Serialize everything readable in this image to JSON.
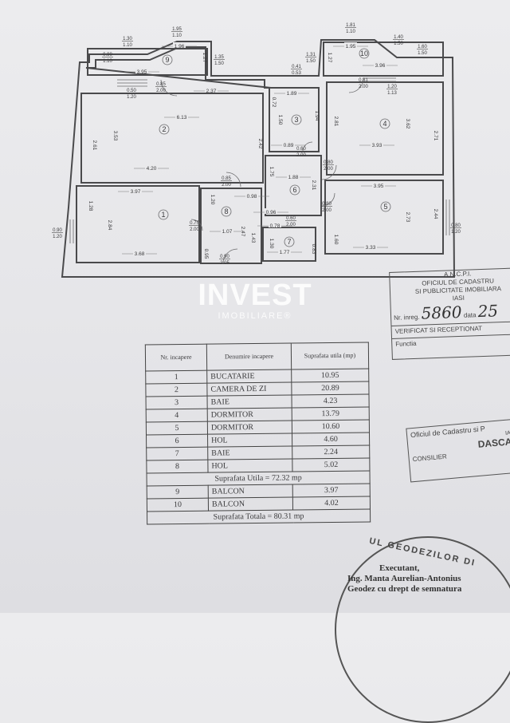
{
  "floor_plan": {
    "rooms": [
      "1",
      "2",
      "3",
      "4",
      "5",
      "6",
      "7",
      "8",
      "9",
      "10"
    ],
    "openings": [
      [
        "1.95",
        "1.10"
      ],
      [
        "1.30",
        "1.10"
      ],
      [
        "0.90",
        "1.10"
      ],
      [
        "1.35",
        "1.50"
      ],
      [
        "0.85",
        "2.00"
      ],
      [
        "0.50",
        "1.20"
      ],
      [
        "0.85",
        "2.00"
      ],
      [
        "0.75",
        "2.00"
      ],
      [
        "0.90",
        "2.05"
      ],
      [
        "0.90",
        "1.20"
      ],
      [
        "0.41",
        "0.53"
      ],
      [
        "1.31",
        "1.50"
      ],
      [
        "1.81",
        "1.10"
      ],
      [
        "1.40",
        "1.50"
      ],
      [
        "1.60",
        "1.50"
      ],
      [
        "0.81",
        "2.00"
      ],
      [
        "1.20",
        "1.13"
      ],
      [
        "0.60",
        "2.00"
      ],
      [
        "0.80",
        "2.00"
      ],
      [
        "0.80",
        "2.00"
      ],
      [
        "0.60",
        "2.00"
      ],
      [
        "0.80",
        "1.20"
      ]
    ],
    "dimensions_horizontal": [
      "1.96",
      "3.95",
      "2.37",
      "6.13",
      "4.20",
      "3.97",
      "3.68",
      "1.07",
      "0.98",
      "0.96",
      "0.78",
      "1.77",
      "1.89",
      "0.89",
      "1.88",
      "3.96",
      "1.95",
      "3.93",
      "3.95",
      "3.33"
    ],
    "dimensions_vertical": [
      "2.61",
      "3.53",
      "2.42",
      "1.28",
      "2.84",
      "1.20",
      "2.47",
      "0.95",
      "1.43",
      "1.30",
      "0.72",
      "1.50",
      "1.94",
      "1.75",
      "2.31",
      "0.83",
      "2.81",
      "3.62",
      "2.71",
      "2.73",
      "2.44",
      "1.60",
      "1.27",
      "1.27"
    ]
  },
  "watermark": {
    "main": "INVEST",
    "sub": "IMOBILIARE®"
  },
  "table": {
    "headers": [
      "Nr. incapere",
      "Denumire incapere",
      "Suprafata utila (mp)"
    ],
    "rows": [
      {
        "nr": "1",
        "name": "BUCATARIE",
        "area": "10.95"
      },
      {
        "nr": "2",
        "name": "CAMERA DE ZI",
        "area": "20.89"
      },
      {
        "nr": "3",
        "name": "BAIE",
        "area": "4.23"
      },
      {
        "nr": "4",
        "name": "DORMITOR",
        "area": "13.79"
      },
      {
        "nr": "5",
        "name": "DORMITOR",
        "area": "10.60"
      },
      {
        "nr": "6",
        "name": "HOL",
        "area": "4.60"
      },
      {
        "nr": "7",
        "name": "BAIE",
        "area": "2.24"
      },
      {
        "nr": "8",
        "name": "HOL",
        "area": "5.02"
      }
    ],
    "useful_total": "Suprafata Utila = 72.32 mp",
    "balcony_rows": [
      {
        "nr": "9",
        "name": "BALCON",
        "area": "3.97"
      },
      {
        "nr": "10",
        "name": "BALCON",
        "area": "4.02"
      }
    ],
    "grand_total": "Suprafata Totala = 80.31 mp"
  },
  "stamp_ancpi": {
    "line1": "A.N.C.P.I.",
    "line2": "OFICIUL DE CADASTRU",
    "line3": "SI PUBLICITATE IMOBILIARA",
    "line4": "IASI",
    "nr_label": "Nr. inreg.",
    "nr_value": "5860",
    "date_label": "data",
    "date_value": "25",
    "verified": "VERIFICAT SI RECEPTIONAT",
    "function": "Functia"
  },
  "stamp_office": {
    "line1": "Oficiul de Cadastru si P",
    "line2": "IASI",
    "name": "DASCALU",
    "role": "CONSILIER"
  },
  "seal": {
    "ring_text": "UL GEODEZILOR DI",
    "executant": "Executant,",
    "engineer": "Ing. Manta Aurelian-Antonius",
    "title": "Geodez cu drept de semnatura"
  }
}
